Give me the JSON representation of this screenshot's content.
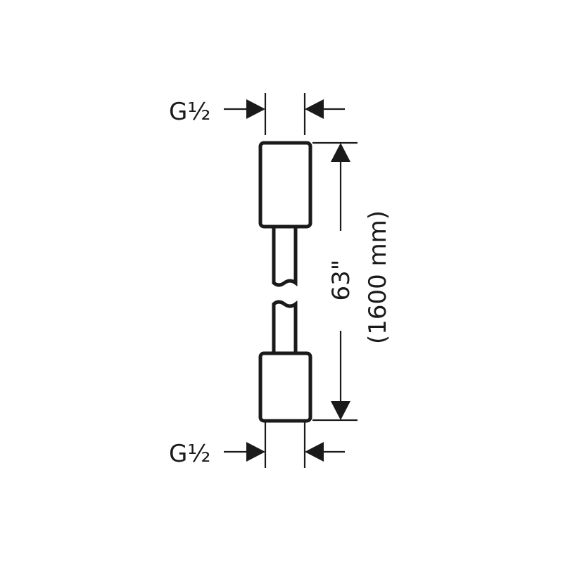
{
  "thread_top": "G½",
  "thread_bottom": "G½",
  "length_imperial": "63\"",
  "length_metric": "(1600 mm)",
  "line_color": "#1a1a1a",
  "background_color": "#ffffff"
}
